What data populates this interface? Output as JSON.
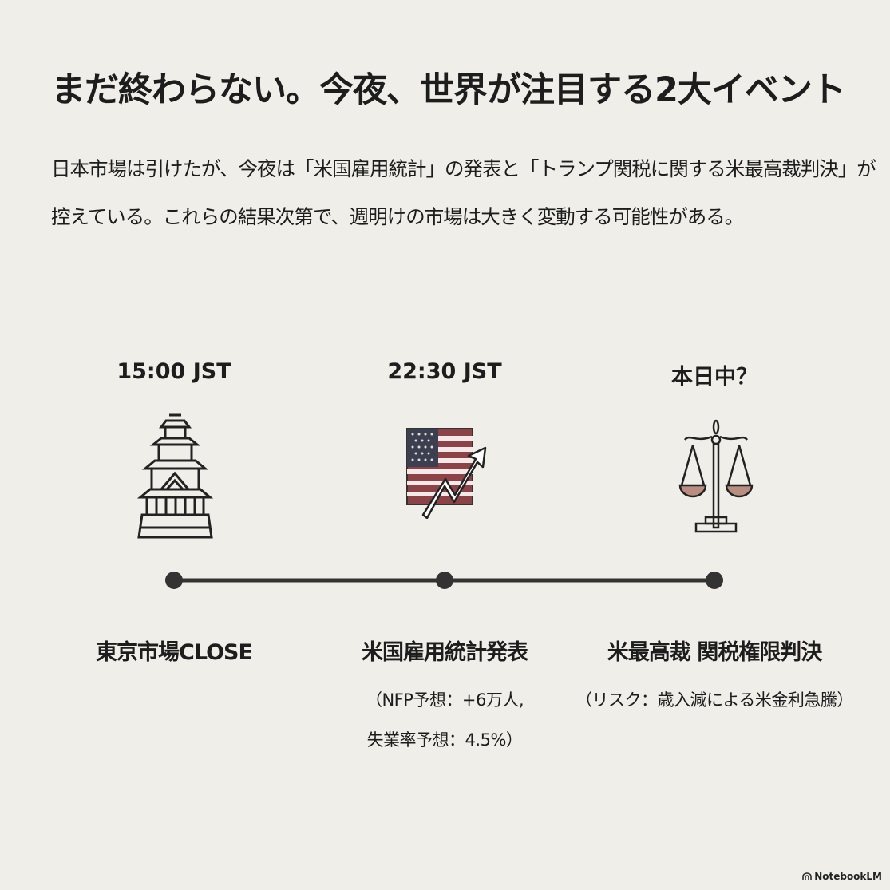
{
  "title": "まだ終わらない。今夜、世界が注目する2大イベント",
  "lead": [
    "日本市場は引けたが、今夜は「米国雇用統計」の発表と「トランプ関税に関する米最高裁判決」が",
    "控えている。これらの結果次第で、週明けの市場は大きく変動する可能性がある。"
  ],
  "events": [
    {
      "time": "15:00 JST",
      "icon": "japanese-castle-icon",
      "label": "東京市場CLOSE",
      "sub": []
    },
    {
      "time": "22:30 JST",
      "icon": "us-flag-rising-arrow-icon",
      "label": "米国雇用統計発表",
      "sub": [
        "（NFP予想：+6万人,",
        "失業率予想：4.5%）"
      ]
    },
    {
      "time": "本日中？",
      "icon": "scales-of-justice-icon",
      "label": "米最高裁 関税権限判決",
      "sub": [
        "（リスク：歳入減による米金利急騰）"
      ]
    }
  ],
  "colors": {
    "background": "#efeee9",
    "text": "#1d1d1d",
    "flag_red": "#8a4448",
    "flag_blue": "#3c3f4f",
    "scale_pan": "#b88e82"
  },
  "brand": "NotebookLM"
}
